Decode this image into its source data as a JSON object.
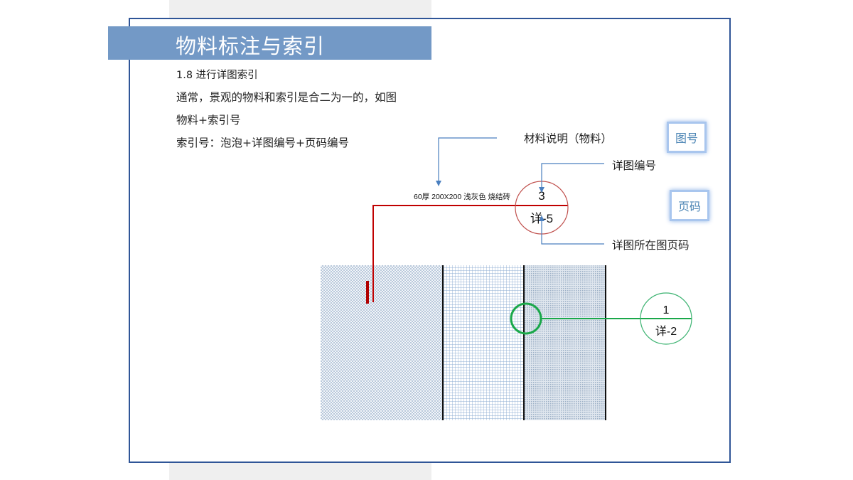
{
  "slide": {
    "title": "物料标注与索引",
    "lines": [
      "1.8 进行详图索引",
      "通常，景观的物料和索引是合二为一的，如图",
      "物料+索引号",
      "索引号：泡泡+详图编号+页码编号"
    ]
  },
  "diagram": {
    "material_label": "材料说明（物料）",
    "material_text": "60厚 200X200 浅灰色 烧结砖",
    "detail_no_label": "详图编号",
    "page_label": "详图所在图页码",
    "bubble_red": {
      "top": "3",
      "bottom": "详-5"
    },
    "bubble_green": {
      "top": "1",
      "bottom": "详-2"
    },
    "tag_figure": "图号",
    "tag_page": "页码",
    "colors": {
      "red": "#c00000",
      "green": "#1aa84a",
      "blue_arrow": "#4a7fbf"
    }
  }
}
